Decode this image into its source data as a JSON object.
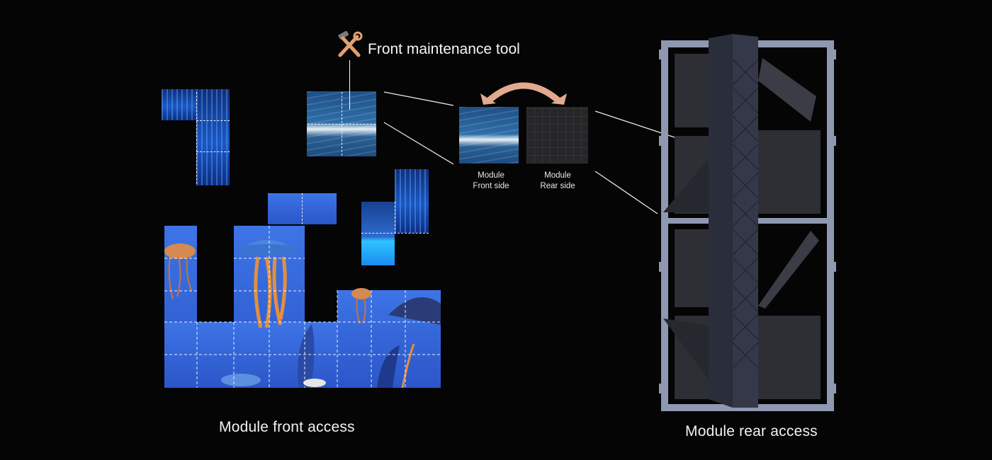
{
  "tool": {
    "label": "Front maintenance tool",
    "icon": "wrench-hammer-icon"
  },
  "module_front": {
    "line1": "Module",
    "line2": "Front side"
  },
  "module_rear": {
    "line1": "Module",
    "line2": "Rear side"
  },
  "captions": {
    "front_access": "Module front access",
    "rear_access": "Module rear access"
  },
  "colors": {
    "background": "#050505",
    "panel_blue": "#2b56c9",
    "swap_arrow": "#e2a98f",
    "cabinet_frame": "#8e98b0"
  }
}
